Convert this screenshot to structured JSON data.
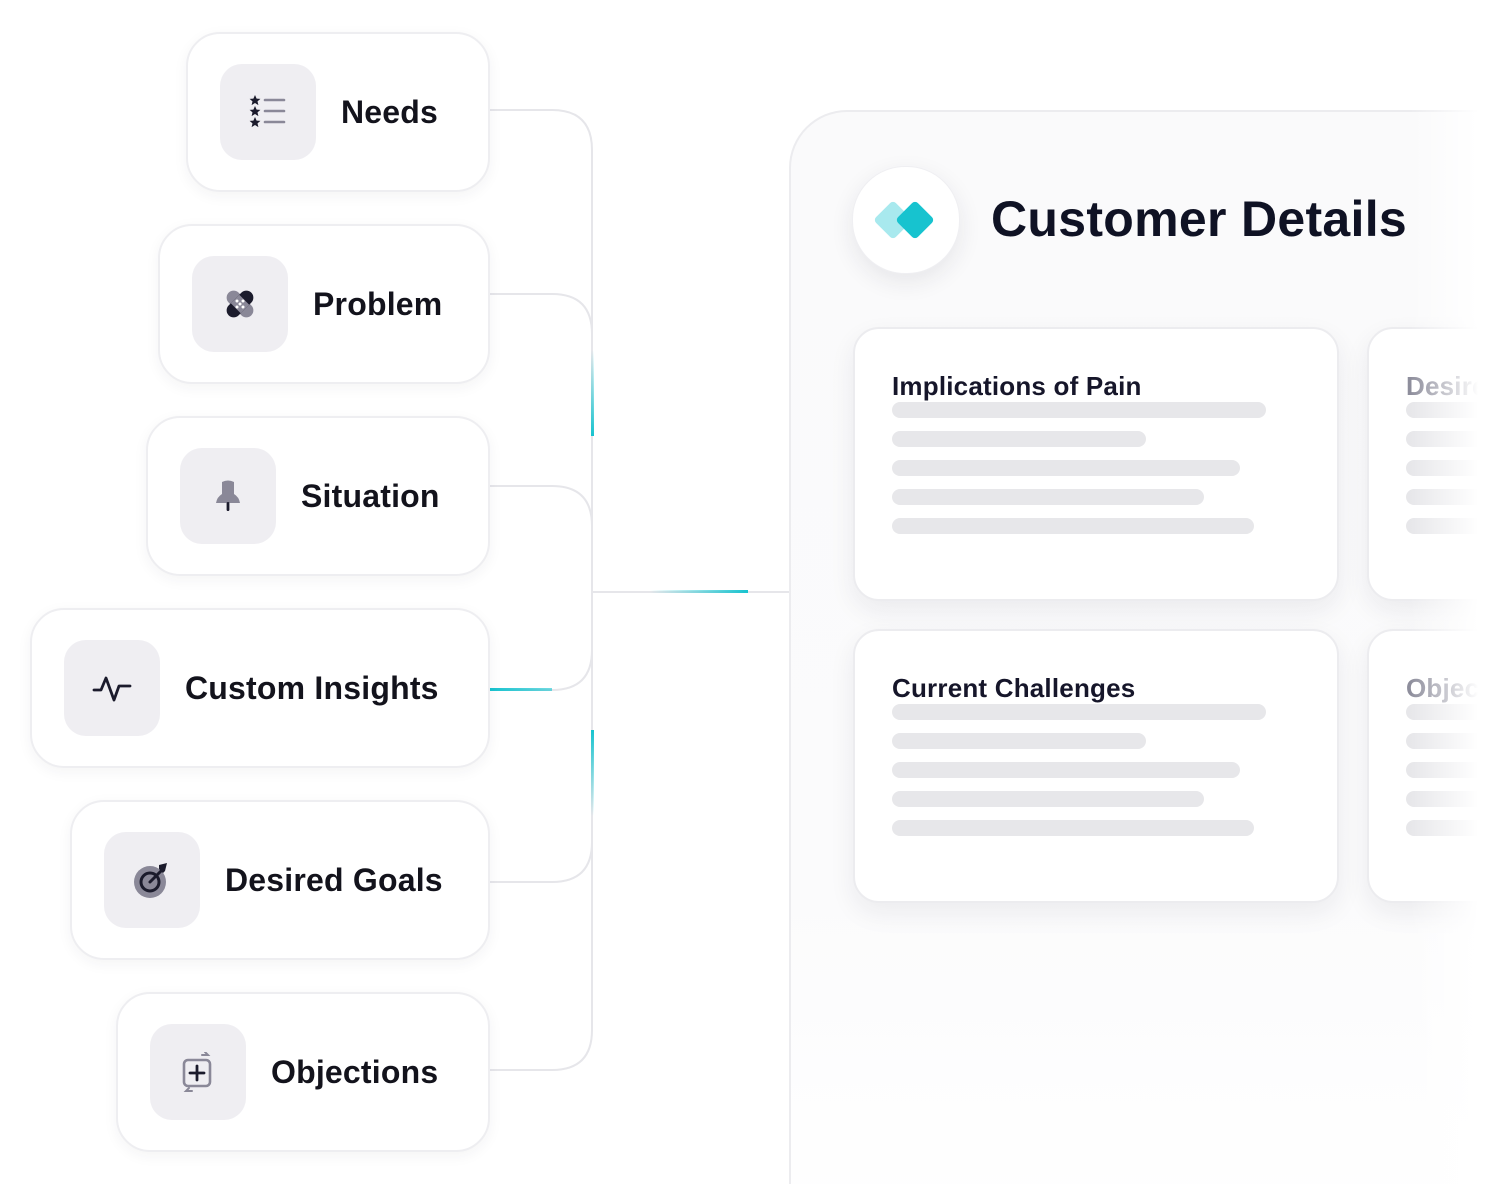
{
  "categories": [
    {
      "label": "Needs",
      "icon": "star-checklist-icon"
    },
    {
      "label": "Problem",
      "icon": "bandage-icon"
    },
    {
      "label": "Situation",
      "icon": "pin-icon"
    },
    {
      "label": "Custom Insights",
      "icon": "activity-pulse-icon"
    },
    {
      "label": "Desired Goals",
      "icon": "target-dart-icon"
    },
    {
      "label": "Objections",
      "icon": "square-plus-arrows-icon"
    }
  ],
  "panel": {
    "title": "Customer Details",
    "logo_icon": "teal-diamond-logo-icon",
    "cards": [
      {
        "title": "Implications of Pain"
      },
      {
        "title": "Desire"
      },
      {
        "title": "Current Challenges"
      },
      {
        "title": "Objec"
      }
    ]
  },
  "colors": {
    "accent": "#17c3cf",
    "accent_light": "#a8e9ee",
    "icon_gray": "#8a8898",
    "icon_dark": "#1b1b2c",
    "line": "#e6e6ea",
    "skeleton": "#e7e7ea"
  }
}
